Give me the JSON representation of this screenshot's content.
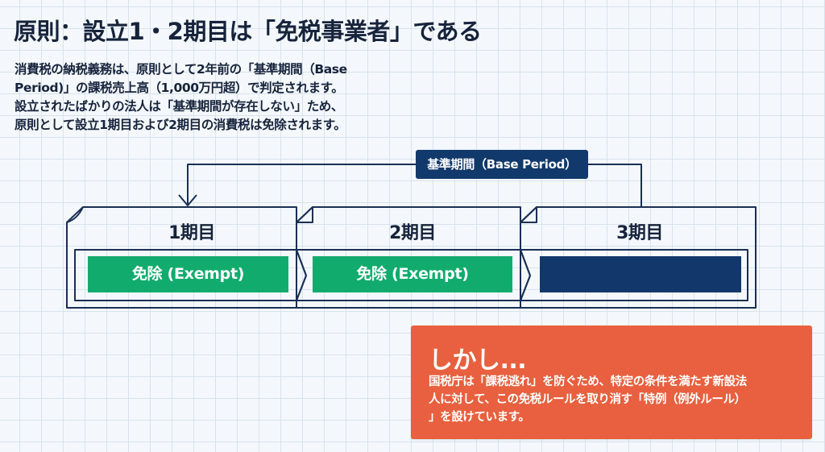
{
  "title": "原則：設立1・2期目は「免税事業者」である",
  "intro": {
    "lines": [
      "消費税の納税義務は、原則として2年前の「基準期間（Base",
      "Period)」の課税売上高（1,000万円超）で判定されます。",
      "設立されたばかりの法人は「基準期間が存在しない」ため、",
      "原則として設立1期目および2期目の消費税は免除されます。"
    ]
  },
  "diagram": {
    "base_period_label": "基準期間（Base Period）",
    "periods": [
      {
        "label": "1期目",
        "status": "免除 (Exempt)",
        "state": "exempt"
      },
      {
        "label": "2期目",
        "status": "免除 (Exempt)",
        "state": "exempt"
      },
      {
        "label": "3期目",
        "status": "",
        "state": "taxable"
      }
    ],
    "colors": {
      "exempt": "#12ab6e",
      "taxable": "#12386b",
      "outline": "#1a2f55"
    }
  },
  "callout": {
    "heading": "しかし...",
    "lines": [
      "国税庁は「課税逃れ」を防ぐため、特定の条件を満たす新設法",
      "人に対して、この免税ルールを取り消す「特例（例外ルール）",
      "」を設けています。"
    ],
    "color": "#e8603f"
  }
}
